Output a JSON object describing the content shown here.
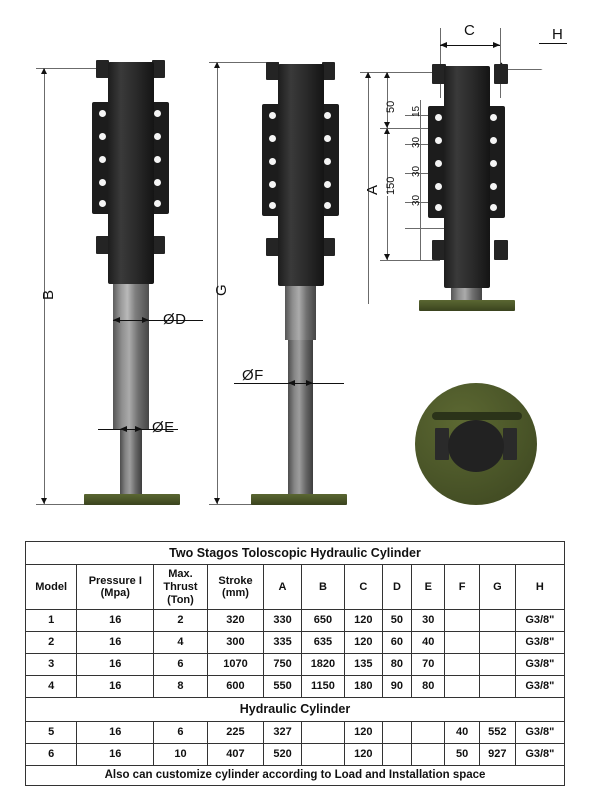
{
  "drawings": {
    "left": {
      "height_label": "B",
      "dia_labels": [
        "ØD",
        "ØE"
      ]
    },
    "middle": {
      "height_label": "G",
      "dia_labels": [
        "ØF"
      ]
    },
    "right": {
      "height_label": "A",
      "width_label": "C",
      "port_label": "H",
      "top_gap": "50",
      "overall_hole_span": "150",
      "hole_pitch": [
        "30",
        "30",
        "30",
        "15"
      ]
    }
  },
  "table": {
    "title_two_stage": "Two Stagos Toloscopic  Hydraulic Cylinder",
    "title_single_stage": "Hydraulic Cylinder",
    "footer_note": "Also can customize cylinder according to Load and Installation space",
    "headers": [
      "Model",
      "Pressure I\n(Mpa)",
      "Max.\nThrust\n(Ton)",
      "Stroke\n(mm)",
      "A",
      "B",
      "C",
      "D",
      "E",
      "F",
      "G",
      "H"
    ],
    "headers_flat": [
      "Model",
      "Pressure I (Mpa)",
      "Max. Thrust (Ton)",
      "Stroke (mm)",
      "A",
      "B",
      "C",
      "D",
      "E",
      "F",
      "G",
      "H"
    ],
    "two_stage_rows": [
      {
        "model": "1",
        "pressure": "16",
        "thrust": "2",
        "stroke": "320",
        "a": "330",
        "b": "650",
        "c": "120",
        "d": "50",
        "e": "30",
        "f": "",
        "g": "",
        "h": "G3/8\""
      },
      {
        "model": "2",
        "pressure": "16",
        "thrust": "4",
        "stroke": "300",
        "a": "335",
        "b": "635",
        "c": "120",
        "d": "60",
        "e": "40",
        "f": "",
        "g": "",
        "h": "G3/8\""
      },
      {
        "model": "3",
        "pressure": "16",
        "thrust": "6",
        "stroke": "1070",
        "a": "750",
        "b": "1820",
        "c": "135",
        "d": "80",
        "e": "70",
        "f": "",
        "g": "",
        "h": "G3/8\""
      },
      {
        "model": "4",
        "pressure": "16",
        "thrust": "8",
        "stroke": "600",
        "a": "550",
        "b": "1150",
        "c": "180",
        "d": "90",
        "e": "80",
        "f": "",
        "g": "",
        "h": "G3/8\""
      }
    ],
    "single_stage_rows": [
      {
        "model": "5",
        "pressure": "16",
        "thrust": "6",
        "stroke": "225",
        "a": "327",
        "b": "",
        "c": "120",
        "d": "",
        "e": "",
        "f": "40",
        "g": "552",
        "h": "G3/8\""
      },
      {
        "model": "6",
        "pressure": "16",
        "thrust": "10",
        "stroke": "407",
        "a": "520",
        "b": "",
        "c": "120",
        "d": "",
        "e": "",
        "f": "50",
        "g": "927",
        "h": "G3/8\""
      }
    ]
  },
  "colors": {
    "body": "#262626",
    "base_plate": "#4a5528",
    "rod": "#9a9a9a",
    "table_border": "#333333",
    "dimension_line": "#6b6b6b"
  }
}
